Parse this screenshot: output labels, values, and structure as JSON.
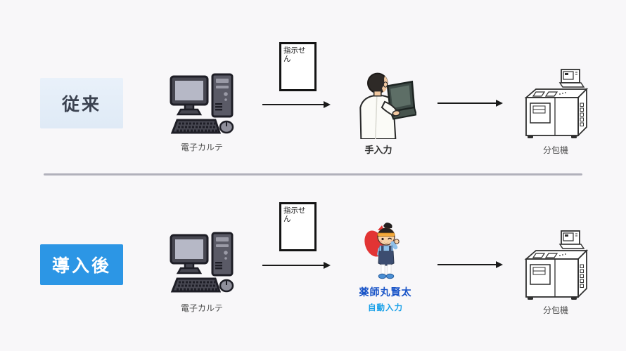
{
  "diagram": {
    "rows": {
      "before": {
        "label": "従来",
        "computer_label": "電子カルテ",
        "document_label": "指示せん",
        "operator_label": "手入力",
        "machine_label": "分包機"
      },
      "after": {
        "label": "導入後",
        "computer_label": "電子カルテ",
        "document_label": "指示せん",
        "mascot_name": "薬師丸賢太",
        "mascot_label": "自動入力",
        "machine_label": "分包機"
      }
    },
    "icons": {
      "computer": "desktop-pc-illustration",
      "document": "prescription-sheet",
      "operator": "person-typing-on-laptop-illustration",
      "mascot": "pharmacist-boy-mascot-with-red-sack",
      "machine": "medicine-packaging-machine-illustration"
    },
    "colors": {
      "background": "#f8f7f9",
      "before_label_bg": "#e4eef8",
      "before_label_text": "#3b4250",
      "after_label_bg": "#2c96e5",
      "after_label_text": "#ffffff",
      "mascot_name_color": "#1a55c8",
      "mascot_sub_color": "#18a0e8",
      "arrow_color": "#1a1a1a",
      "divider_color": "#b1b1bb"
    }
  }
}
